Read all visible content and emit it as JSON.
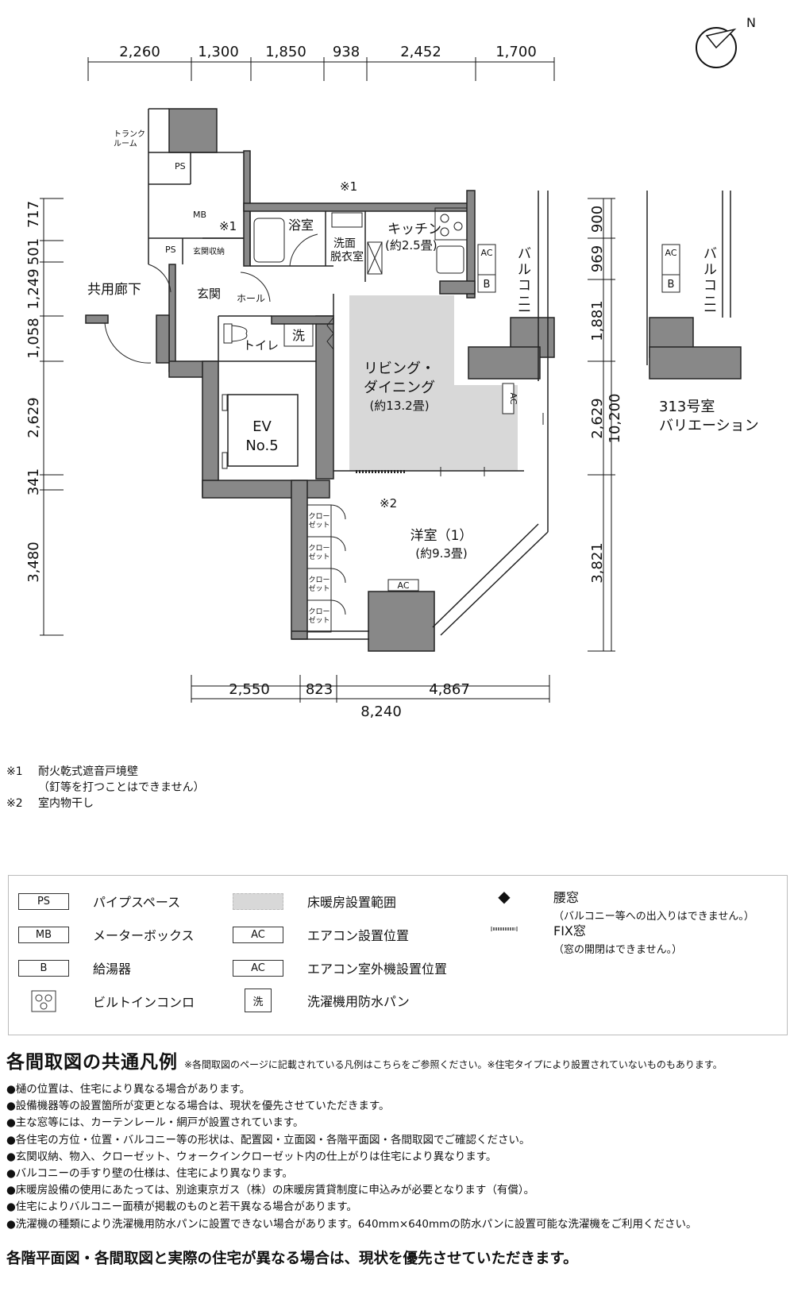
{
  "top_dims": [
    "2,260",
    "1,300",
    "1,850",
    "938",
    "2,452",
    "1,700"
  ],
  "left_dims": [
    "717",
    "501",
    "1,249",
    "1,058",
    "2,629",
    "341",
    "3,480"
  ],
  "right_dims": [
    "900",
    "969",
    "1,881",
    "2,629",
    "3,821"
  ],
  "right_total": "10,200",
  "bottom_dims": [
    "2,550",
    "823",
    "4,867"
  ],
  "bottom_total": "8,240",
  "compass": "N",
  "rooms": {
    "trunk": "トランク\nルーム",
    "ps": "PS",
    "mb": "MB",
    "note1": "※1",
    "bath": "浴室",
    "washroom": "洗面\n脱衣室",
    "kitchen": "キッチン",
    "kitchen_size": "(約2.5畳)",
    "genkan_storage": "玄関収納",
    "corridor": "共用廊下",
    "genkan": "玄関",
    "hall": "ホール",
    "toilet": "トイレ",
    "wash": "洗",
    "living": "リビング・",
    "living2": "ダイニング",
    "living_size": "(約13.2畳)",
    "ev": "EV",
    "ev_no": "No.5",
    "western": "洋室（1）",
    "western_size": "(約9.3畳)",
    "note2": "※2",
    "closet": "クロー\nゼット",
    "balcony": "バルコニー",
    "ac": "AC",
    "b": "B",
    "variation": "313号室",
    "variation2": "バリエーション"
  },
  "notes": [
    {
      "mark": "※1",
      "text": "耐火乾式遮音戸境壁"
    },
    {
      "mark": "",
      "text": "（釘等を打つことはできません）"
    },
    {
      "mark": "※2",
      "text": "室内物干し"
    }
  ],
  "legend": [
    {
      "symbol": "PS",
      "label": "パイプスペース"
    },
    {
      "symbol": "MB",
      "label": "メーターボックス"
    },
    {
      "symbol": "B",
      "label": "給湯器"
    },
    {
      "symbol": "stove-icon",
      "label": "ビルトインコンロ"
    },
    {
      "symbol": "floor-heating-icon",
      "label": "床暖房設置範囲"
    },
    {
      "symbol": "AC",
      "label": "エアコン設置位置"
    },
    {
      "symbol": "AC",
      "label": "エアコン室外機設置位置"
    },
    {
      "symbol": "洗",
      "label": "洗濯機用防水パン"
    },
    {
      "symbol": "diamond-icon",
      "label": "腰窓",
      "sub": "（バルコニー等への出入りはできません。）"
    },
    {
      "symbol": "fix-window-icon",
      "label": "FIX窓",
      "sub": "（窓の開閉はできません。）"
    }
  ],
  "common": {
    "title": "各間取図の共通凡例",
    "note": "※各間取図のページに記載されている凡例はこちらをご参照ください。※住宅タイプにより設置されていないものもあります。",
    "items": [
      "●樋の位置は、住宅により異なる場合があります。",
      "●設備機器等の設置箇所が変更となる場合は、現状を優先させていただきます。",
      "●主な窓等には、カーテンレール・網戸が設置されています。",
      "●各住宅の方位・位置・バルコニー等の形状は、配置図・立面図・各階平面図・各間取図でご確認ください。",
      "●玄関収納、物入、クローゼット、ウォークインクローゼット内の仕上がりは住宅により異なります。",
      "●バルコニーの手すり壁の仕様は、住宅により異なります。",
      "●床暖房設備の使用にあたっては、別途東京ガス（株）の床暖房賃貸制度に申込みが必要となります（有償）。",
      "●住宅によりバルコニー面積が掲載のものと若干異なる場合があります。",
      "●洗濯機の種類により洗濯機用防水パンに設置できない場合があります。640mm×640mmの防水パンに設置可能な洗濯機をご利用ください。"
    ],
    "final": "各階平面図・各間取図と実際の住宅が異なる場合は、現状を優先させていただきます。"
  }
}
